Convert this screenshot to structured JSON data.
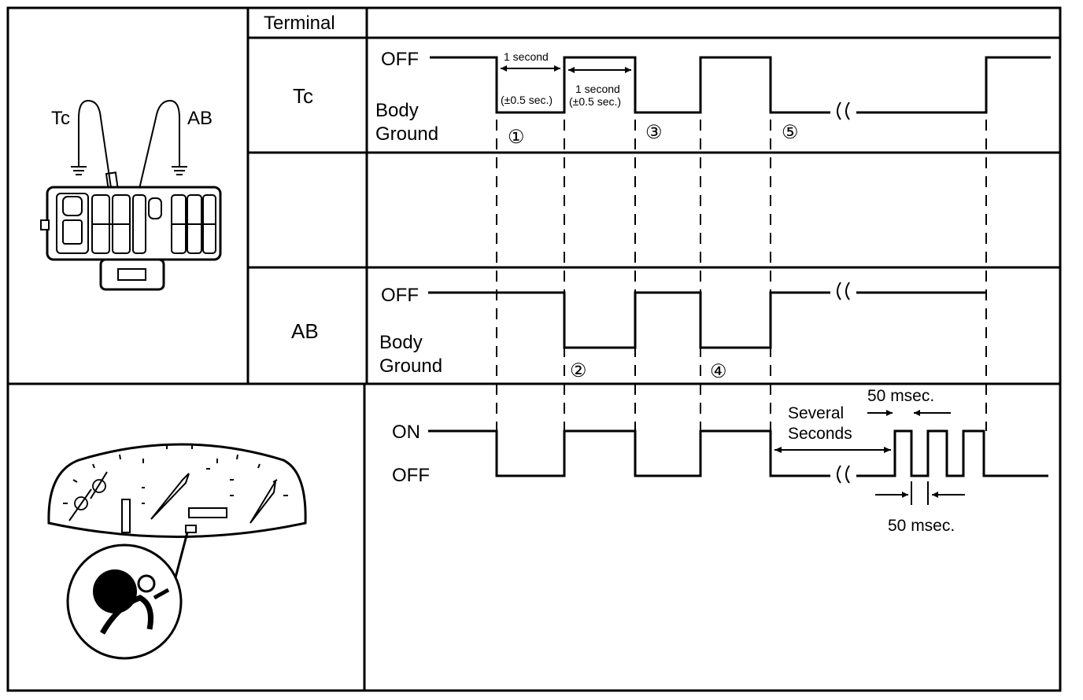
{
  "header": {
    "terminal_label": "Terminal"
  },
  "rows": {
    "tc": {
      "terminal": "Tc",
      "off_label": "OFF",
      "ground_line1": "Body",
      "ground_line2": "Ground"
    },
    "ab": {
      "terminal": "AB",
      "off_label": "OFF",
      "ground_line1": "Body",
      "ground_line2": "Ground"
    },
    "lamp": {
      "on_label": "ON",
      "off_label": "OFF"
    }
  },
  "connector": {
    "tc_label": "Tc",
    "ab_label": "AB"
  },
  "annotations": {
    "one_second_a": "1 second",
    "tolerance_a": "(±0.5 sec.)",
    "one_second_b": "1 second",
    "tolerance_b": "(±0.5 sec.)",
    "several_line1": "Several",
    "several_line2": "Seconds",
    "msec_top": "50 msec.",
    "msec_bottom": "50 msec."
  },
  "steps": [
    "①",
    "②",
    "③",
    "④",
    "⑤"
  ]
}
